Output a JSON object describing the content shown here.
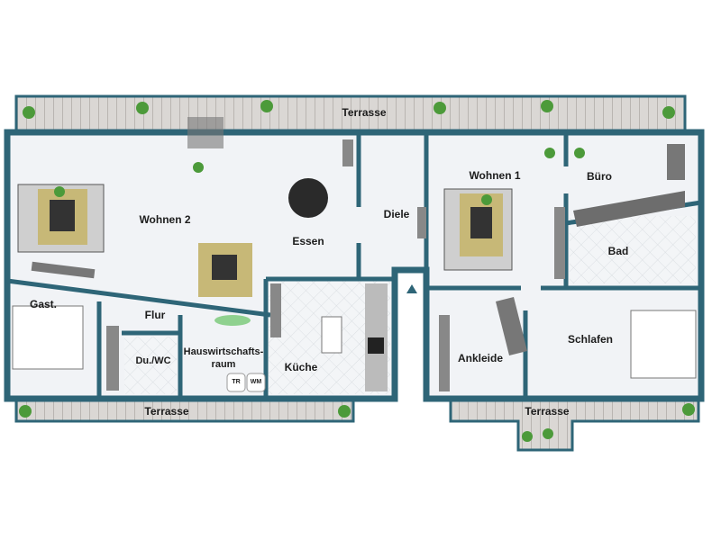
{
  "title": "Grundriss",
  "colors": {
    "wall": "#2e6577",
    "floor": "#f1f3f6",
    "terrace": "#d9d6d3",
    "tile": "#e8ecef",
    "furniture": "#7a7a7a",
    "plant": "#4c9a3a"
  },
  "rooms": {
    "terrasse_top": "Terrasse",
    "wohnen2": "Wohnen 2",
    "essen": "Essen",
    "diele": "Diele",
    "wohnen1": "Wohnen 1",
    "buero": "Büro",
    "bad": "Bad",
    "gast": "Gast.",
    "flur": "Flur",
    "duwc": "Du./WC",
    "hwr1": "Hauswirtschafts-",
    "hwr2": "raum",
    "kueche": "Küche",
    "ankleide": "Ankleide",
    "schlafen": "Schlafen",
    "terrasse_left": "Terrasse",
    "terrasse_right": "Terrasse"
  },
  "appliances": {
    "tr": "TR",
    "wm": "WM"
  }
}
